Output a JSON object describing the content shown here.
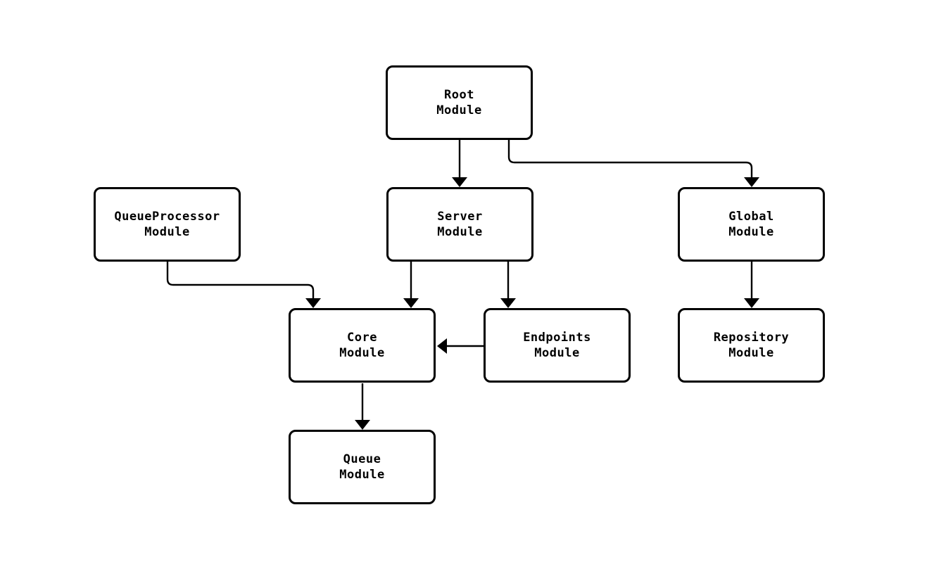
{
  "diagram": {
    "type": "module-dependency-graph",
    "background_color": "#ffffff",
    "stroke_color": "#000000",
    "text_color": "#000000",
    "nodes": {
      "root": {
        "line1": "Root",
        "line2": "Module"
      },
      "queueprocessor": {
        "line1": "QueueProcessor",
        "line2": "Module"
      },
      "server": {
        "line1": "Server",
        "line2": "Module"
      },
      "global": {
        "line1": "Global",
        "line2": "Module"
      },
      "core": {
        "line1": "Core",
        "line2": "Module"
      },
      "endpoints": {
        "line1": "Endpoints",
        "line2": "Module"
      },
      "repository": {
        "line1": "Repository",
        "line2": "Module"
      },
      "queue": {
        "line1": "Queue",
        "line2": "Module"
      }
    },
    "edges": [
      {
        "from": "Root Module",
        "to": "Server Module"
      },
      {
        "from": "Root Module",
        "to": "Global Module"
      },
      {
        "from": "QueueProcessor Module",
        "to": "Core Module"
      },
      {
        "from": "Server Module",
        "to": "Core Module"
      },
      {
        "from": "Server Module",
        "to": "Endpoints Module"
      },
      {
        "from": "Endpoints Module",
        "to": "Core Module"
      },
      {
        "from": "Global Module",
        "to": "Repository Module"
      },
      {
        "from": "Core Module",
        "to": "Queue Module"
      }
    ]
  }
}
